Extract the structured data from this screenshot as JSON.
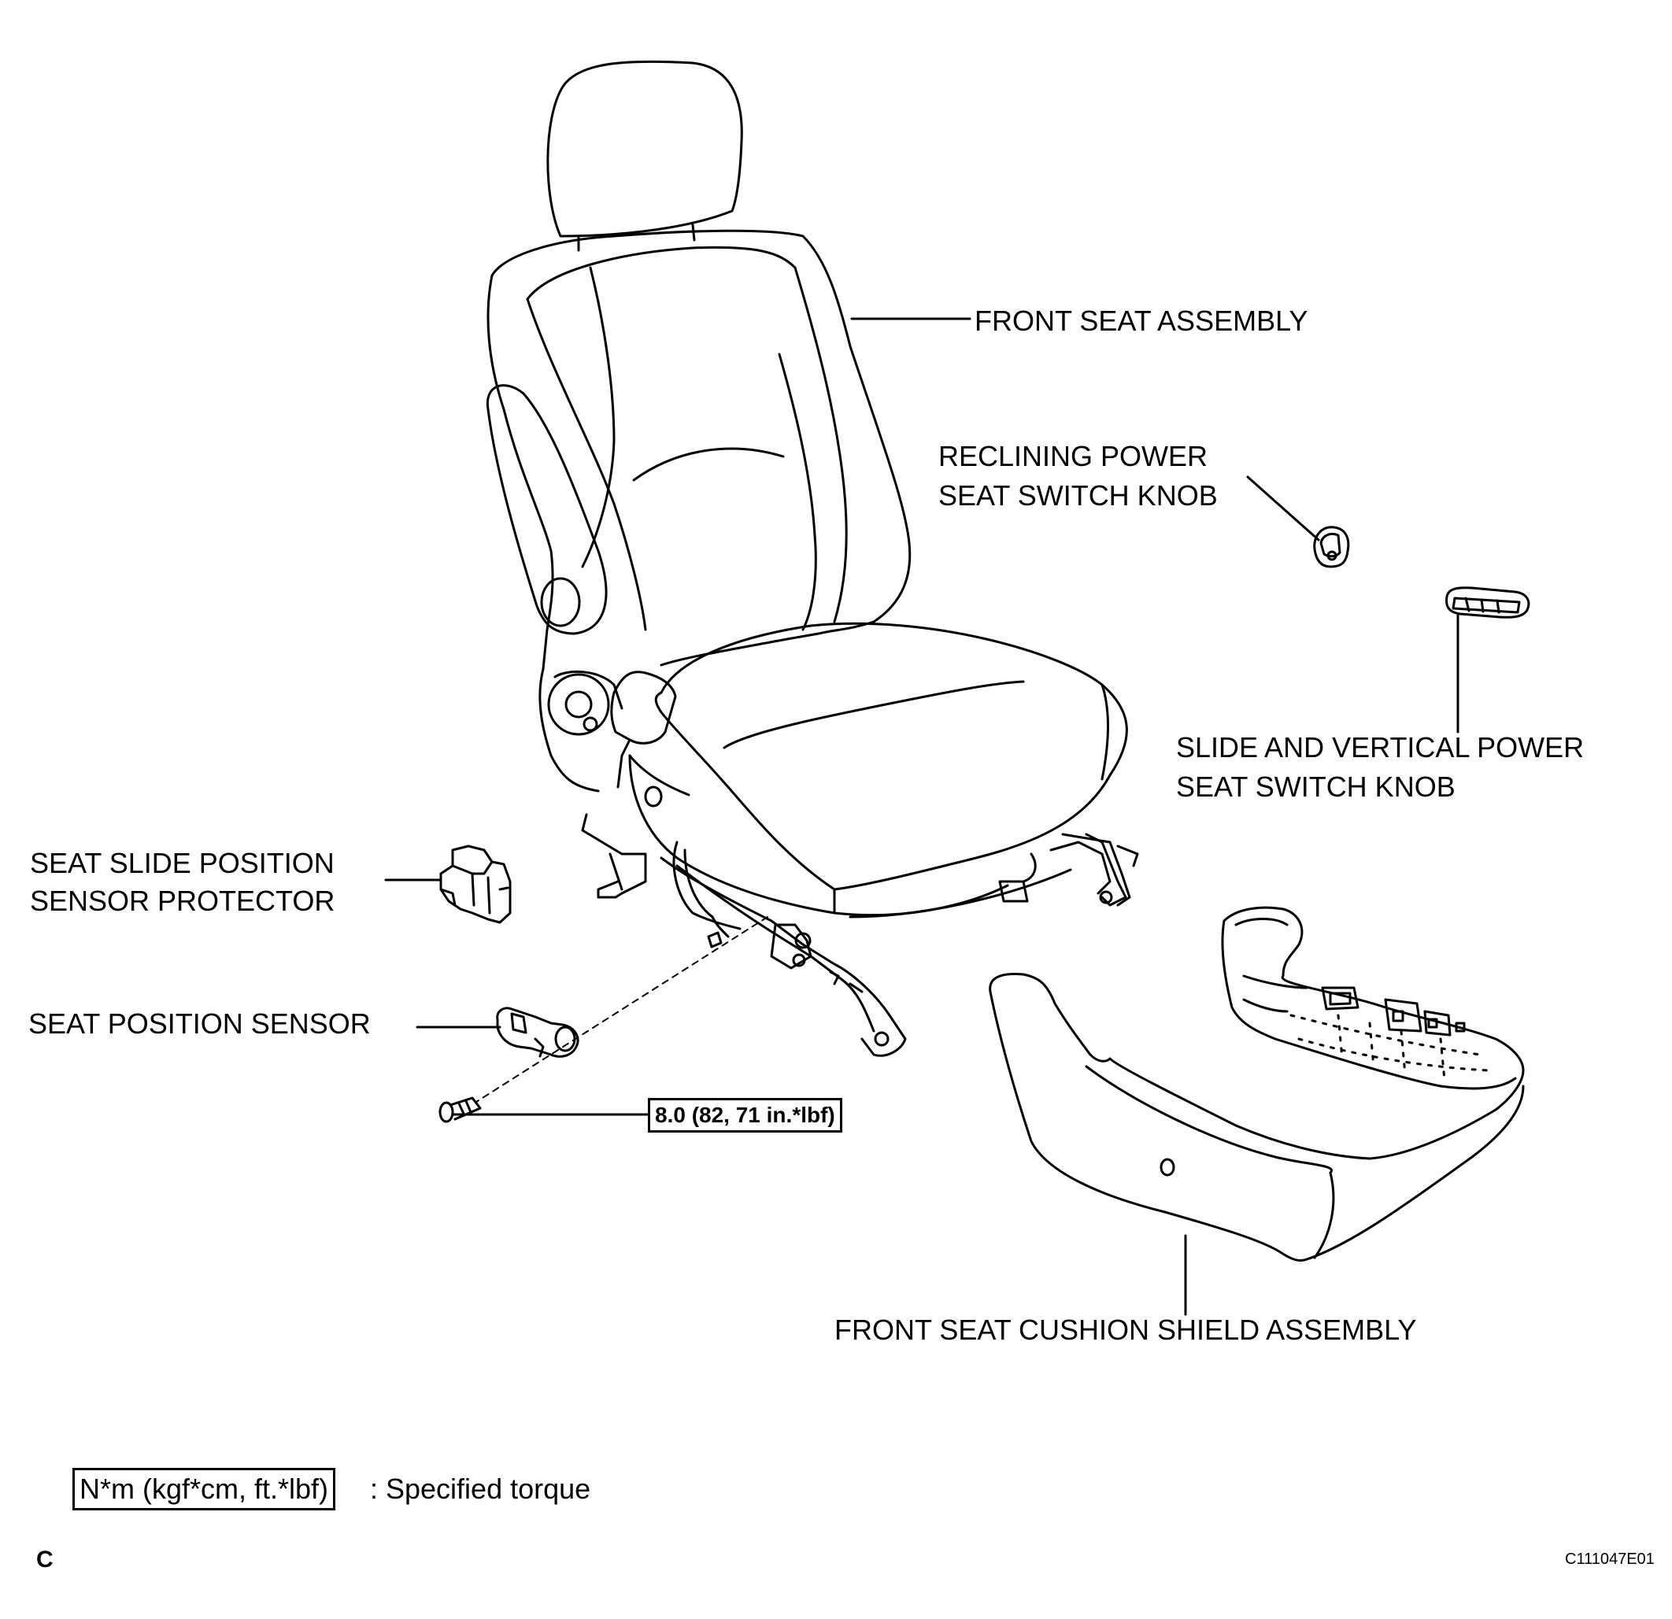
{
  "labels": {
    "front_seat_assembly": "FRONT SEAT ASSEMBLY",
    "reclining_knob_line1": "RECLINING POWER",
    "reclining_knob_line2": "SEAT SWITCH KNOB",
    "slide_vertical_line1": "SLIDE AND VERTICAL POWER",
    "slide_vertical_line2": "SEAT SWITCH KNOB",
    "slide_protector_line1": "SEAT SLIDE POSITION",
    "slide_protector_line2": "SENSOR PROTECTOR",
    "position_sensor": "SEAT POSITION SENSOR",
    "cushion_shield": "FRONT SEAT CUSHION SHIELD ASSEMBLY"
  },
  "torque_spec": "8.0 (82, 71 in.*lbf)",
  "legend": {
    "unit_box": "N*m (kgf*cm, ft.*lbf)",
    "description": ": Specified torque"
  },
  "corner_letter": "C",
  "figure_code": "C111047E01"
}
